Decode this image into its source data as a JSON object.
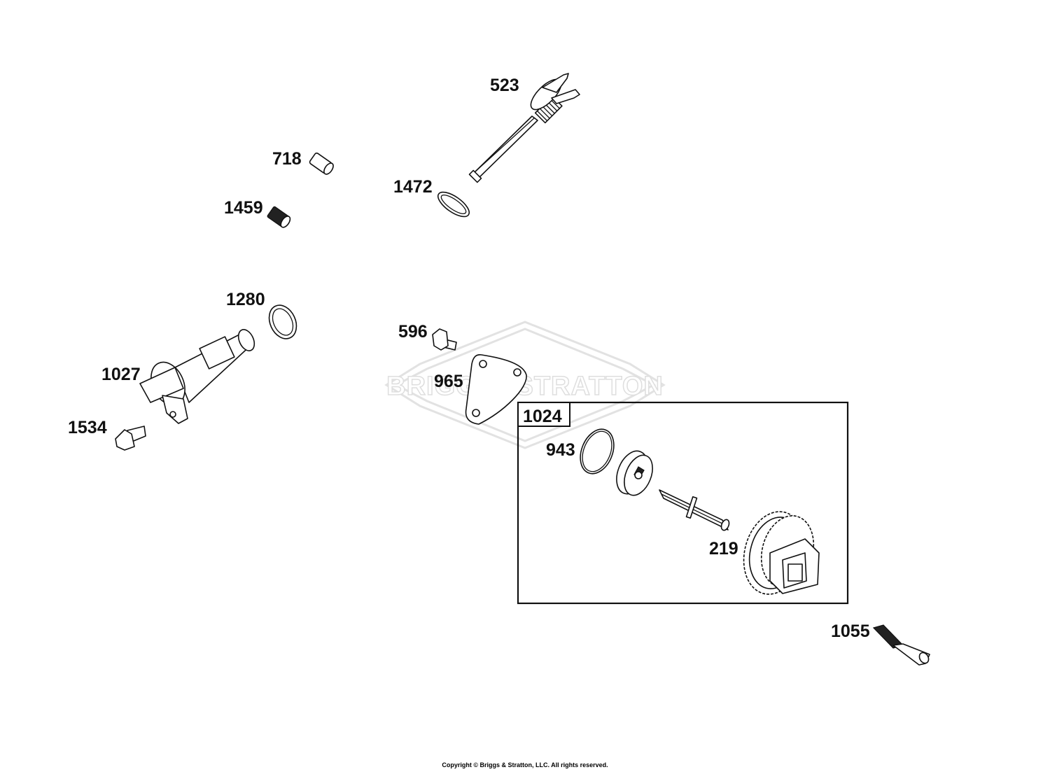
{
  "watermark": {
    "text": "BRIGGS&STRATTON"
  },
  "callouts": {
    "p523": "523",
    "p718": "718",
    "p1472": "1472",
    "p1459": "1459",
    "p1280": "1280",
    "p596": "596",
    "p1027": "1027",
    "p965": "965",
    "p1024": "1024",
    "p1534": "1534",
    "p943": "943",
    "p219": "219",
    "p1055": "1055"
  },
  "footer": {
    "copyright": "Copyright © Briggs & Stratton, LLC. All rights reserved."
  }
}
